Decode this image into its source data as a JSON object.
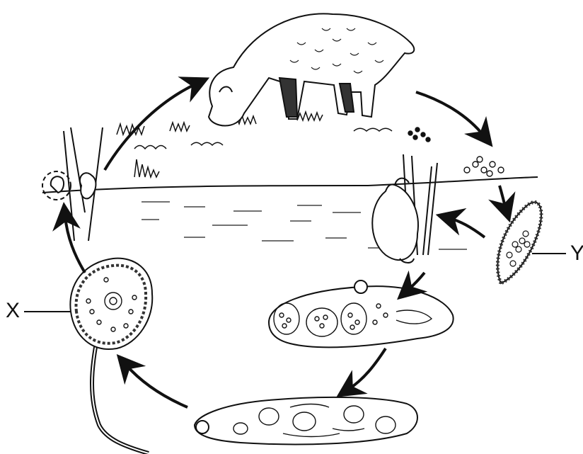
{
  "diagram": {
    "labels": {
      "x": "X",
      "y": "Y"
    },
    "stages": [
      {
        "id": "sheep",
        "icon": "sheep-icon"
      },
      {
        "id": "eggs",
        "icon": "egg-cluster-icon"
      },
      {
        "id": "miracidium",
        "icon": "miracidium-icon"
      },
      {
        "id": "snail",
        "icon": "snail-icon"
      },
      {
        "id": "sporocyst",
        "icon": "sporocyst-icon"
      },
      {
        "id": "redia",
        "icon": "redia-icon"
      },
      {
        "id": "cercaria",
        "icon": "cercaria-icon"
      },
      {
        "id": "metacercaria",
        "icon": "metacercaria-icon"
      }
    ],
    "colors": {
      "ink": "#111111",
      "background": "#ffffff"
    }
  }
}
